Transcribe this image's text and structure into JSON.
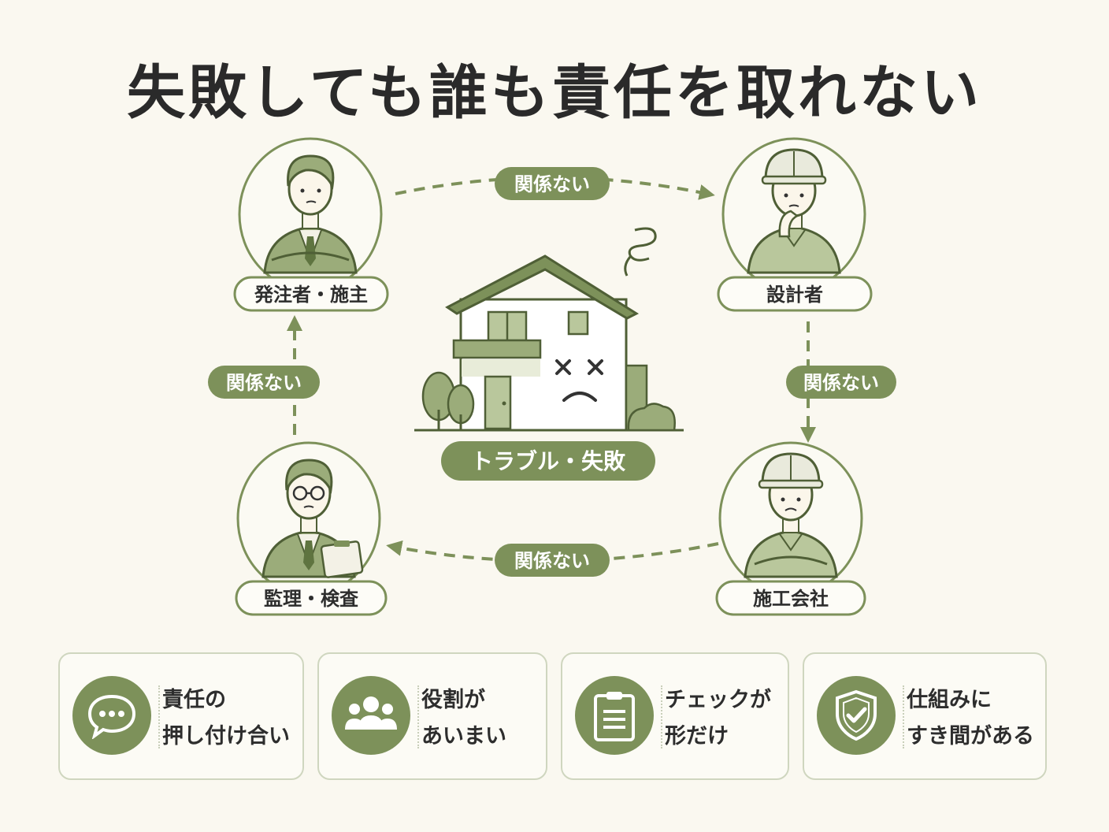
{
  "title": "失敗しても誰も責任を取れない",
  "center_label": "トラブル・失敗",
  "roles": {
    "owner": "発注者・施主",
    "designer": "設計者",
    "contractor": "施工会社",
    "supervisor": "監理・検査"
  },
  "arrow_labels": {
    "top": "関係ない",
    "right": "関係ない",
    "bottom": "関係ない",
    "left": "関係ない"
  },
  "cards": [
    {
      "line1": "責任の",
      "line2": "押し付け合い",
      "icon": "speech-bubble-icon"
    },
    {
      "line1": "役割が",
      "line2": "あいまい",
      "icon": "people-group-icon"
    },
    {
      "line1": "チェックが",
      "line2": "形だけ",
      "icon": "clipboard-icon"
    },
    {
      "line1": "仕組みに",
      "line2": "すき間がある",
      "icon": "shield-check-icon"
    }
  ],
  "colors": {
    "accent": "#7d915a",
    "accent_dark": "#5f7440",
    "accent_light": "#b9c79c",
    "background": "#faf8f0"
  }
}
